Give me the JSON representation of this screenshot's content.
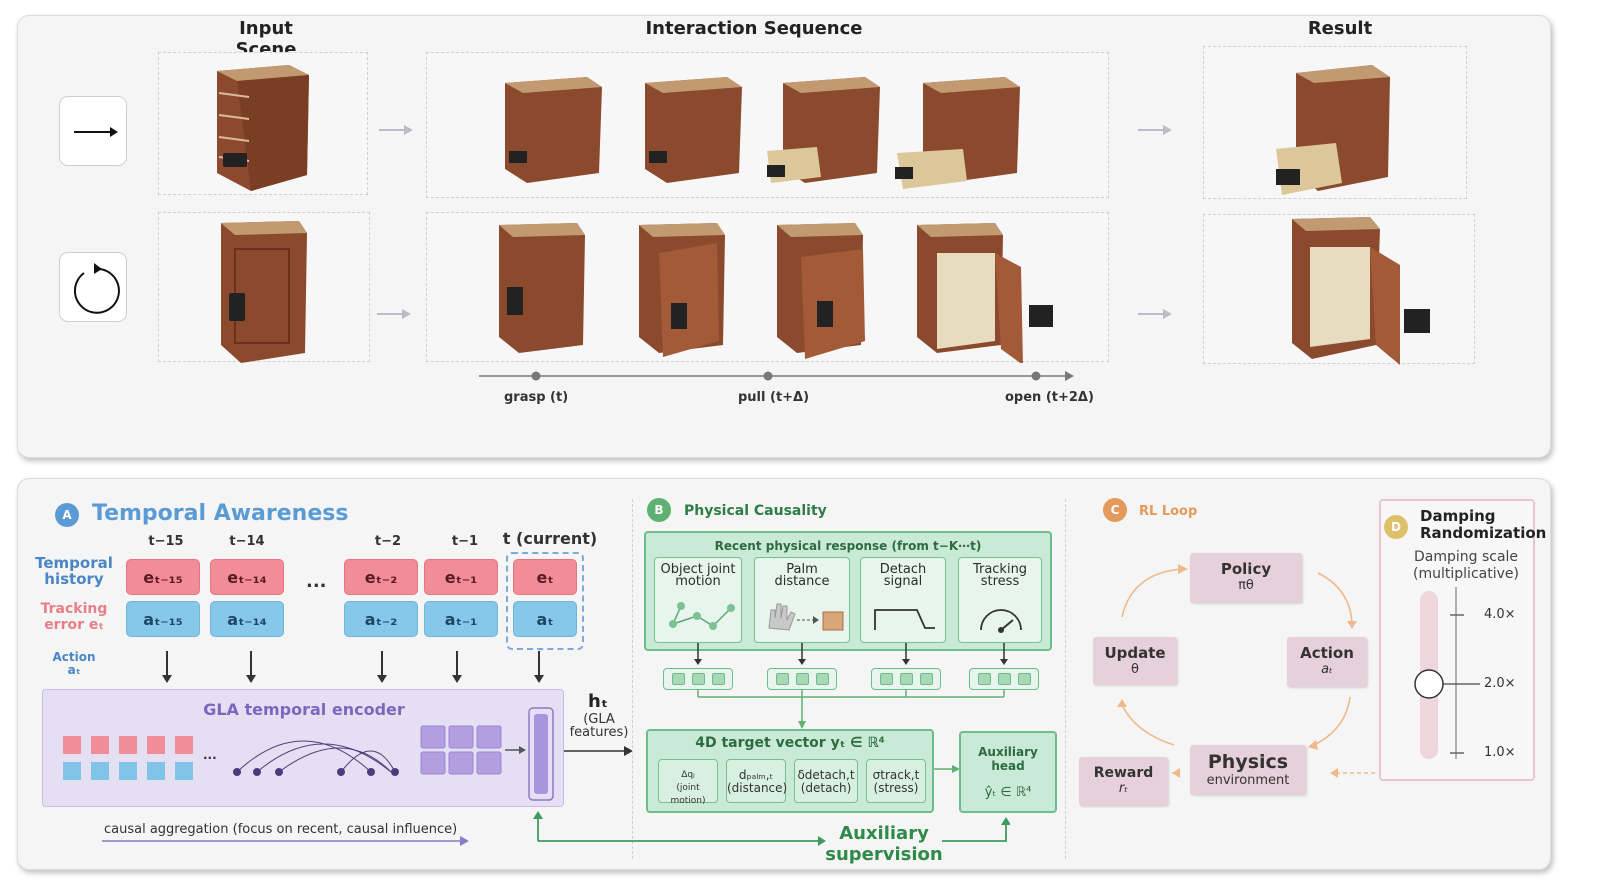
{
  "top": {
    "titles": {
      "input": "Input Scene",
      "sequence": "Interaction Sequence",
      "result": "Result"
    },
    "timeline": {
      "grasp": "grasp (t)",
      "pull": "pull (t+Δ)",
      "open": "open (t+2Δ)"
    },
    "icons": {
      "row1": "right-arrow-icon",
      "row2": "rotate-icon"
    }
  },
  "secA": {
    "badge": "A",
    "title": "Temporal Awareness",
    "row_labels": {
      "history_1": "Temporal",
      "history_2": "history",
      "tracking_1": "Tracking",
      "tracking_2": "error eₜ",
      "action_1": "Action",
      "action_2": "aₜ"
    },
    "time_labels": [
      "t−15",
      "t−14",
      "t−2",
      "t−1",
      "t (current)"
    ],
    "e_cells": [
      "eₜ₋₁₅",
      "eₜ₋₁₄",
      "eₜ₋₂",
      "eₜ₋₁",
      "eₜ"
    ],
    "a_cells": [
      "aₜ₋₁₅",
      "aₜ₋₁₄",
      "aₜ₋₂",
      "aₜ₋₁",
      "aₜ"
    ],
    "ellipsis": "...",
    "encoder_title": "GLA temporal encoder",
    "encoder_dots": "...",
    "ht_label": "hₜ",
    "ht_sub_1": "(GLA",
    "ht_sub_2": "features)",
    "causal_note": "causal aggregation (focus on recent, causal influence)"
  },
  "secB": {
    "badge": "B",
    "title": "Physical Causality",
    "response_title": "Recent physical response (from t−K⋯t)",
    "signals": [
      {
        "line1": "Object joint",
        "line2": "motion"
      },
      {
        "line1": "Palm",
        "line2": "distance"
      },
      {
        "line1": "Detach",
        "line2": "signal"
      },
      {
        "line1": "Tracking",
        "line2": "stress"
      }
    ],
    "target_title": "4D target vector  yₜ ∈ ℝ⁴",
    "vector": [
      {
        "line1": "Δqⱼ",
        "line2": "(joint motion)"
      },
      {
        "line1": "dₚₐₗₘ,ₜ",
        "line2": "(distance)"
      },
      {
        "line1": "δdetach,t",
        "line2": "(detach)"
      },
      {
        "line1": "σtrack,t",
        "line2": "(stress)"
      }
    ],
    "aux_head_1": "Auxiliary",
    "aux_head_2": "head",
    "aux_head_formula": "ŷₜ ∈ ℝ⁴",
    "aux_sup_1": "Auxiliary",
    "aux_sup_2": "supervision"
  },
  "secC": {
    "badge": "C",
    "title": "RL Loop",
    "policy": "Policy",
    "policy_sub": "πθ",
    "action": "Action",
    "action_sub": "aₜ",
    "update": "Update",
    "update_sub": "θ",
    "physics": "Physics",
    "physics_sub": "environment",
    "reward": "Reward",
    "reward_sub": "rₜ"
  },
  "secD": {
    "badge": "D",
    "title_1": "Damping",
    "title_2": "Randomization",
    "scale_1": "Damping scale",
    "scale_2": "(multiplicative)",
    "ticks": [
      "4.0×",
      "2.0×",
      "1.0×"
    ],
    "slider_value": "2.0×"
  },
  "colors": {
    "accent_blue": "#5b9bd5",
    "green": "#3f9a5c",
    "orange": "#e39a5c",
    "purple": "#8b78c8"
  }
}
